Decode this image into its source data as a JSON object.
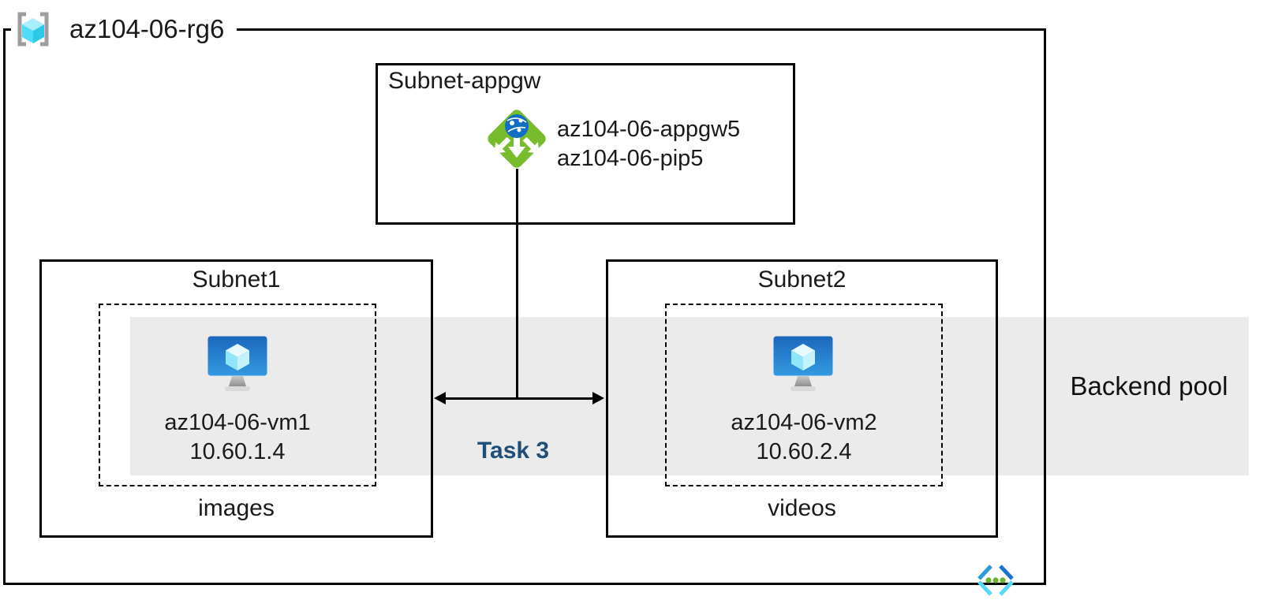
{
  "colors": {
    "line_black": "#000000",
    "band_gray": "#ebebeb",
    "task_navy": "#1f4e79",
    "azure_green": "#76bc2d",
    "azure_blue": "#0078d4",
    "azure_cyan": "#50e6ff",
    "globe_blue": "#0f6fc2",
    "bracket_gray": "#9d9d9d"
  },
  "icons": {
    "resource_group": "resource-group-icon",
    "application_gateway": "application-gateway-icon",
    "virtual_machine": "virtual-machine-icon",
    "virtual_network": "virtual-network-icon"
  },
  "diagram": {
    "resource_group": {
      "label": "az104-06-rg6"
    },
    "appgw_subnet": {
      "title": "Subnet-appgw",
      "gateway_name": "az104-06-appgw5",
      "public_ip_name": "az104-06-pip5"
    },
    "subnet1": {
      "title": "Subnet1",
      "vm_name": "az104-06-vm1",
      "vm_ip": "10.60.1.4",
      "caption": "images"
    },
    "subnet2": {
      "title": "Subnet2",
      "vm_name": "az104-06-vm2",
      "vm_ip": "10.60.2.4",
      "caption": "videos"
    },
    "backend_pool": {
      "label": "Backend pool"
    },
    "task": {
      "label": "Task 3"
    }
  }
}
